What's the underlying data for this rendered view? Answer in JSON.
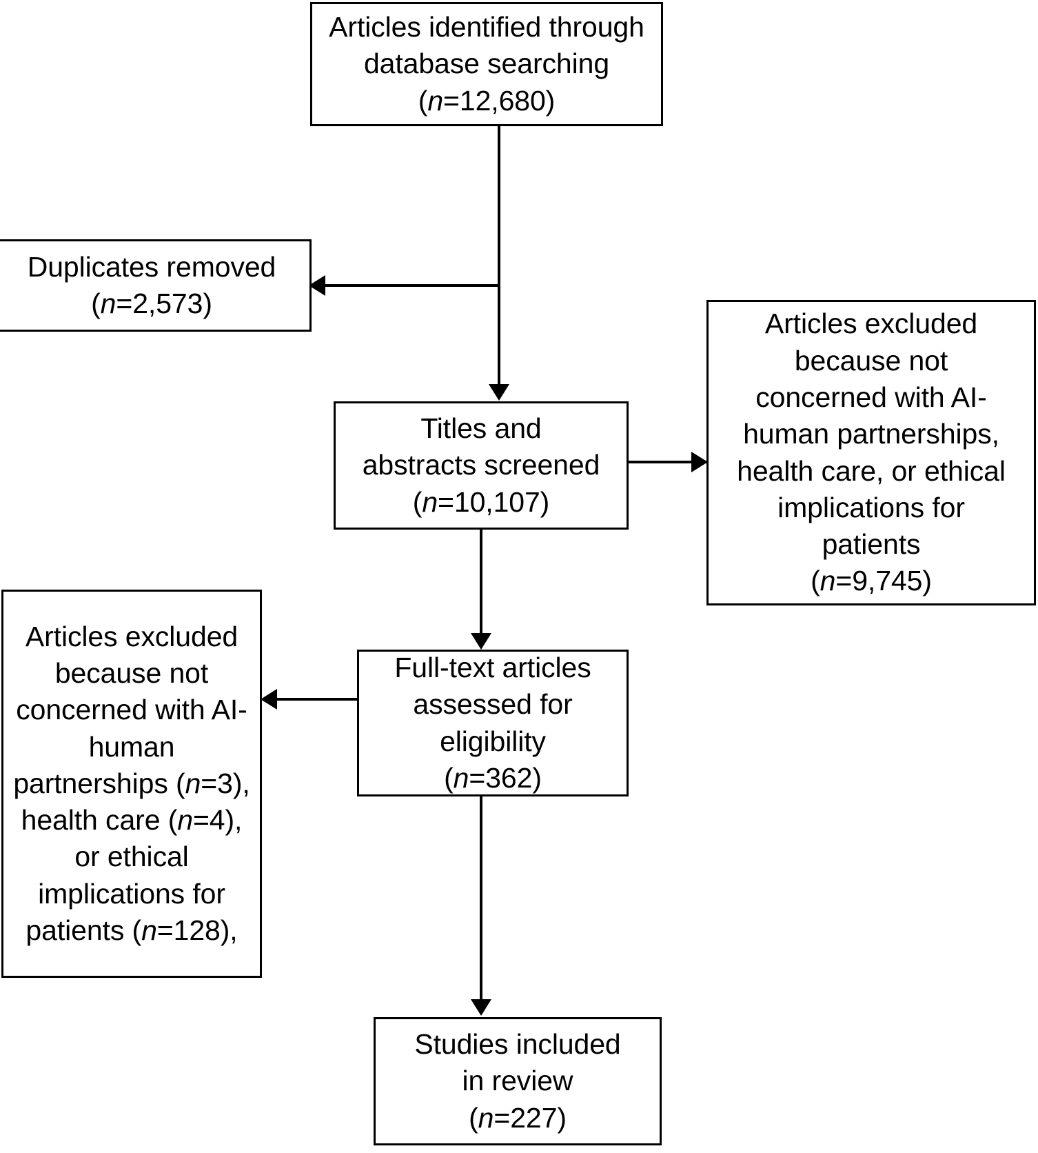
{
  "diagram": {
    "type": "prisma-flow-diagram",
    "title": "",
    "colors": {
      "stroke": "#000000",
      "background": "#ffffff",
      "text": "#000000"
    },
    "nodes": [
      {
        "id": "identified",
        "name": "articles-identified-box",
        "lines": [
          "Articles identified through",
          "database searching"
        ],
        "count_prefix": "(",
        "count_italic": "n",
        "count_value": "=12,680)",
        "n": 12680
      },
      {
        "id": "duplicates",
        "name": "duplicates-removed-box",
        "lines": [
          "Duplicates removed"
        ],
        "count_prefix": "(",
        "count_italic": "n",
        "count_value": "=2,573)",
        "n": 2573
      },
      {
        "id": "screened",
        "name": "titles-abstracts-screened-box",
        "lines": [
          "Titles and",
          "abstracts screened"
        ],
        "count_prefix": "(",
        "count_italic": "n",
        "count_value": "=10,107)",
        "n": 10107
      },
      {
        "id": "excluded-title-abstract",
        "name": "articles-excluded-screening-box",
        "lines": [
          "Articles excluded",
          "because not",
          "concerned with AI-",
          "human partnerships,",
          "health care, or ethical",
          "implications for",
          "patients"
        ],
        "count_prefix": "(",
        "count_italic": "n",
        "count_value": "=9,745)",
        "n": 9745
      },
      {
        "id": "fulltext",
        "name": "full-text-assessed-box",
        "lines": [
          "Full-text articles",
          "assessed for",
          "eligibility"
        ],
        "count_prefix": "(",
        "count_italic": "n",
        "count_value": "=362)",
        "n": 362
      },
      {
        "id": "excluded-fulltext",
        "name": "articles-excluded-fulltext-box",
        "lines": [
          "Articles excluded",
          "because not",
          "concerned with AI-",
          "human"
        ],
        "reasons": [
          {
            "label": "partnerships (",
            "italic": "n",
            "value": "=3),"
          },
          {
            "label": "health care (",
            "italic": "n",
            "value": "=4),"
          }
        ],
        "tail_lines": [
          "or ethical",
          "implications for"
        ],
        "final": {
          "label": "patients (",
          "italic": "n",
          "value": "=128),"
        }
      },
      {
        "id": "included",
        "name": "studies-included-box",
        "lines": [
          "Studies included",
          "in review"
        ],
        "count_prefix": "(",
        "count_italic": "n",
        "count_value": "=227)",
        "n": 227
      }
    ],
    "edges": [
      {
        "name": "identified-to-screened",
        "from": "identified",
        "to": "screened",
        "direction": "down"
      },
      {
        "name": "identified-to-duplicates",
        "from": "identified",
        "to": "duplicates",
        "direction": "left"
      },
      {
        "name": "screened-to-excluded-title-abstract",
        "from": "screened",
        "to": "excluded-title-abstract",
        "direction": "right"
      },
      {
        "name": "screened-to-fulltext",
        "from": "screened",
        "to": "fulltext",
        "direction": "down"
      },
      {
        "name": "fulltext-to-excluded-fulltext",
        "from": "fulltext",
        "to": "excluded-fulltext",
        "direction": "left"
      },
      {
        "name": "fulltext-to-included",
        "from": "fulltext",
        "to": "included",
        "direction": "down"
      }
    ]
  }
}
